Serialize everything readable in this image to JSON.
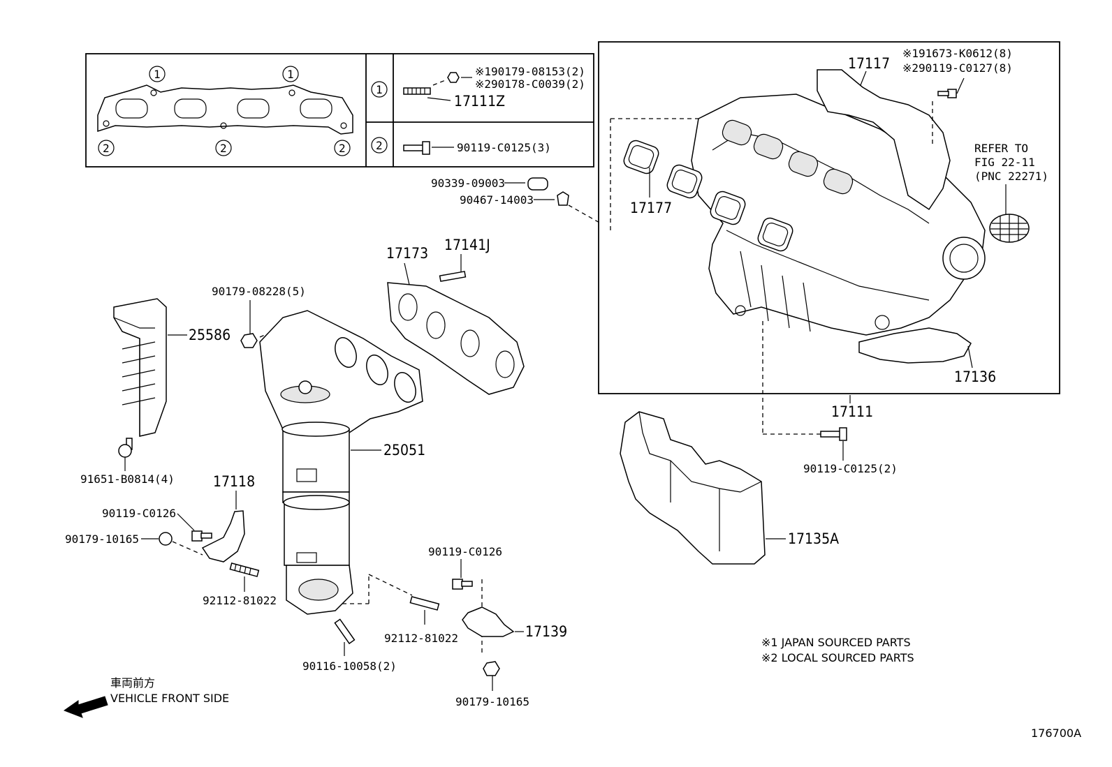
{
  "inset": {
    "row1_callout": "1",
    "row2_callout": "2",
    "row1_line1": "※190179-08153(2)",
    "row1_line2": "※290178-C0039(2)",
    "row1_part": "17111Z",
    "row2_part": "90119-C0125(3)",
    "gasket_hole_1": "1",
    "gasket_hole_2": "2"
  },
  "intake_box": {
    "p17117": "17117",
    "bolt_note1": "※191673-K0612(8)",
    "bolt_note2": "※290119-C0127(8)",
    "refer_line1": "REFER TO",
    "refer_line2": "FIG 22-11",
    "refer_line3": "(PNC 22271)",
    "p17177": "17177",
    "p17136": "17136"
  },
  "labels": {
    "p90339": "90339-09003",
    "p90467": "90467-14003",
    "p17173": "17173",
    "p17141J": "17141J",
    "p90179_08228": "90179-08228(5)",
    "p25586": "25586",
    "p25051": "25051",
    "p91651": "91651-B0814(4)",
    "p17118": "17118",
    "p90119_C0126_a": "90119-C0126",
    "p90179_10165_a": "90179-10165",
    "p92112_a": "92112-81022",
    "p90119_C0126_b": "90119-C0126",
    "p92112_b": "92112-81022",
    "p17139": "17139",
    "p90116": "90116-10058(2)",
    "p90179_10165_b": "90179-10165",
    "p17111": "17111",
    "p90119_C0125_2": "90119-C0125(2)",
    "p17135A": "17135A"
  },
  "notes": {
    "note1": "※1 JAPAN SOURCED PARTS",
    "note2": "※2 LOCAL SOURCED PARTS",
    "front_jp": "車両前方",
    "front_en": "VEHICLE FRONT SIDE",
    "figure_id": "176700A"
  }
}
